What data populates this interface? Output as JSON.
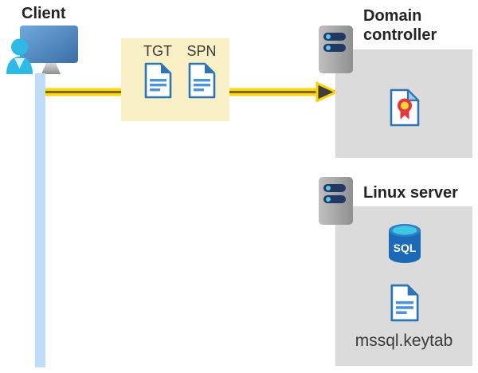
{
  "client": {
    "label": "Client"
  },
  "ticket_box": {
    "tickets": [
      {
        "label": "TGT"
      },
      {
        "label": "SPN"
      }
    ]
  },
  "domain_controller": {
    "title": "Domain controller"
  },
  "linux_server": {
    "title": "Linux server",
    "sql_badge": "SQL",
    "keytab_label": "mssql.keytab"
  },
  "colors": {
    "arrow_yellow": "#ffd60a",
    "arrow_core": "#7a6a00",
    "arrowhead_dark": "#3e3e3e",
    "ticket_box_bg": "#faf0c5",
    "panel_gray": "#dbdbdb",
    "doc_blue": "#2e75b6",
    "doc_line_blue": "#4d94db",
    "client_cyan": "#2fb9e6",
    "network_line_blue": "#bfdcf8",
    "server_bar_navy": "#1f3864",
    "sql_body_blue": "#1b6ab8",
    "sql_top_cyan": "#3ec6e4",
    "cert_ribbon_red": "#e03a3f",
    "cert_seal_yellow": "#ffd23b"
  }
}
